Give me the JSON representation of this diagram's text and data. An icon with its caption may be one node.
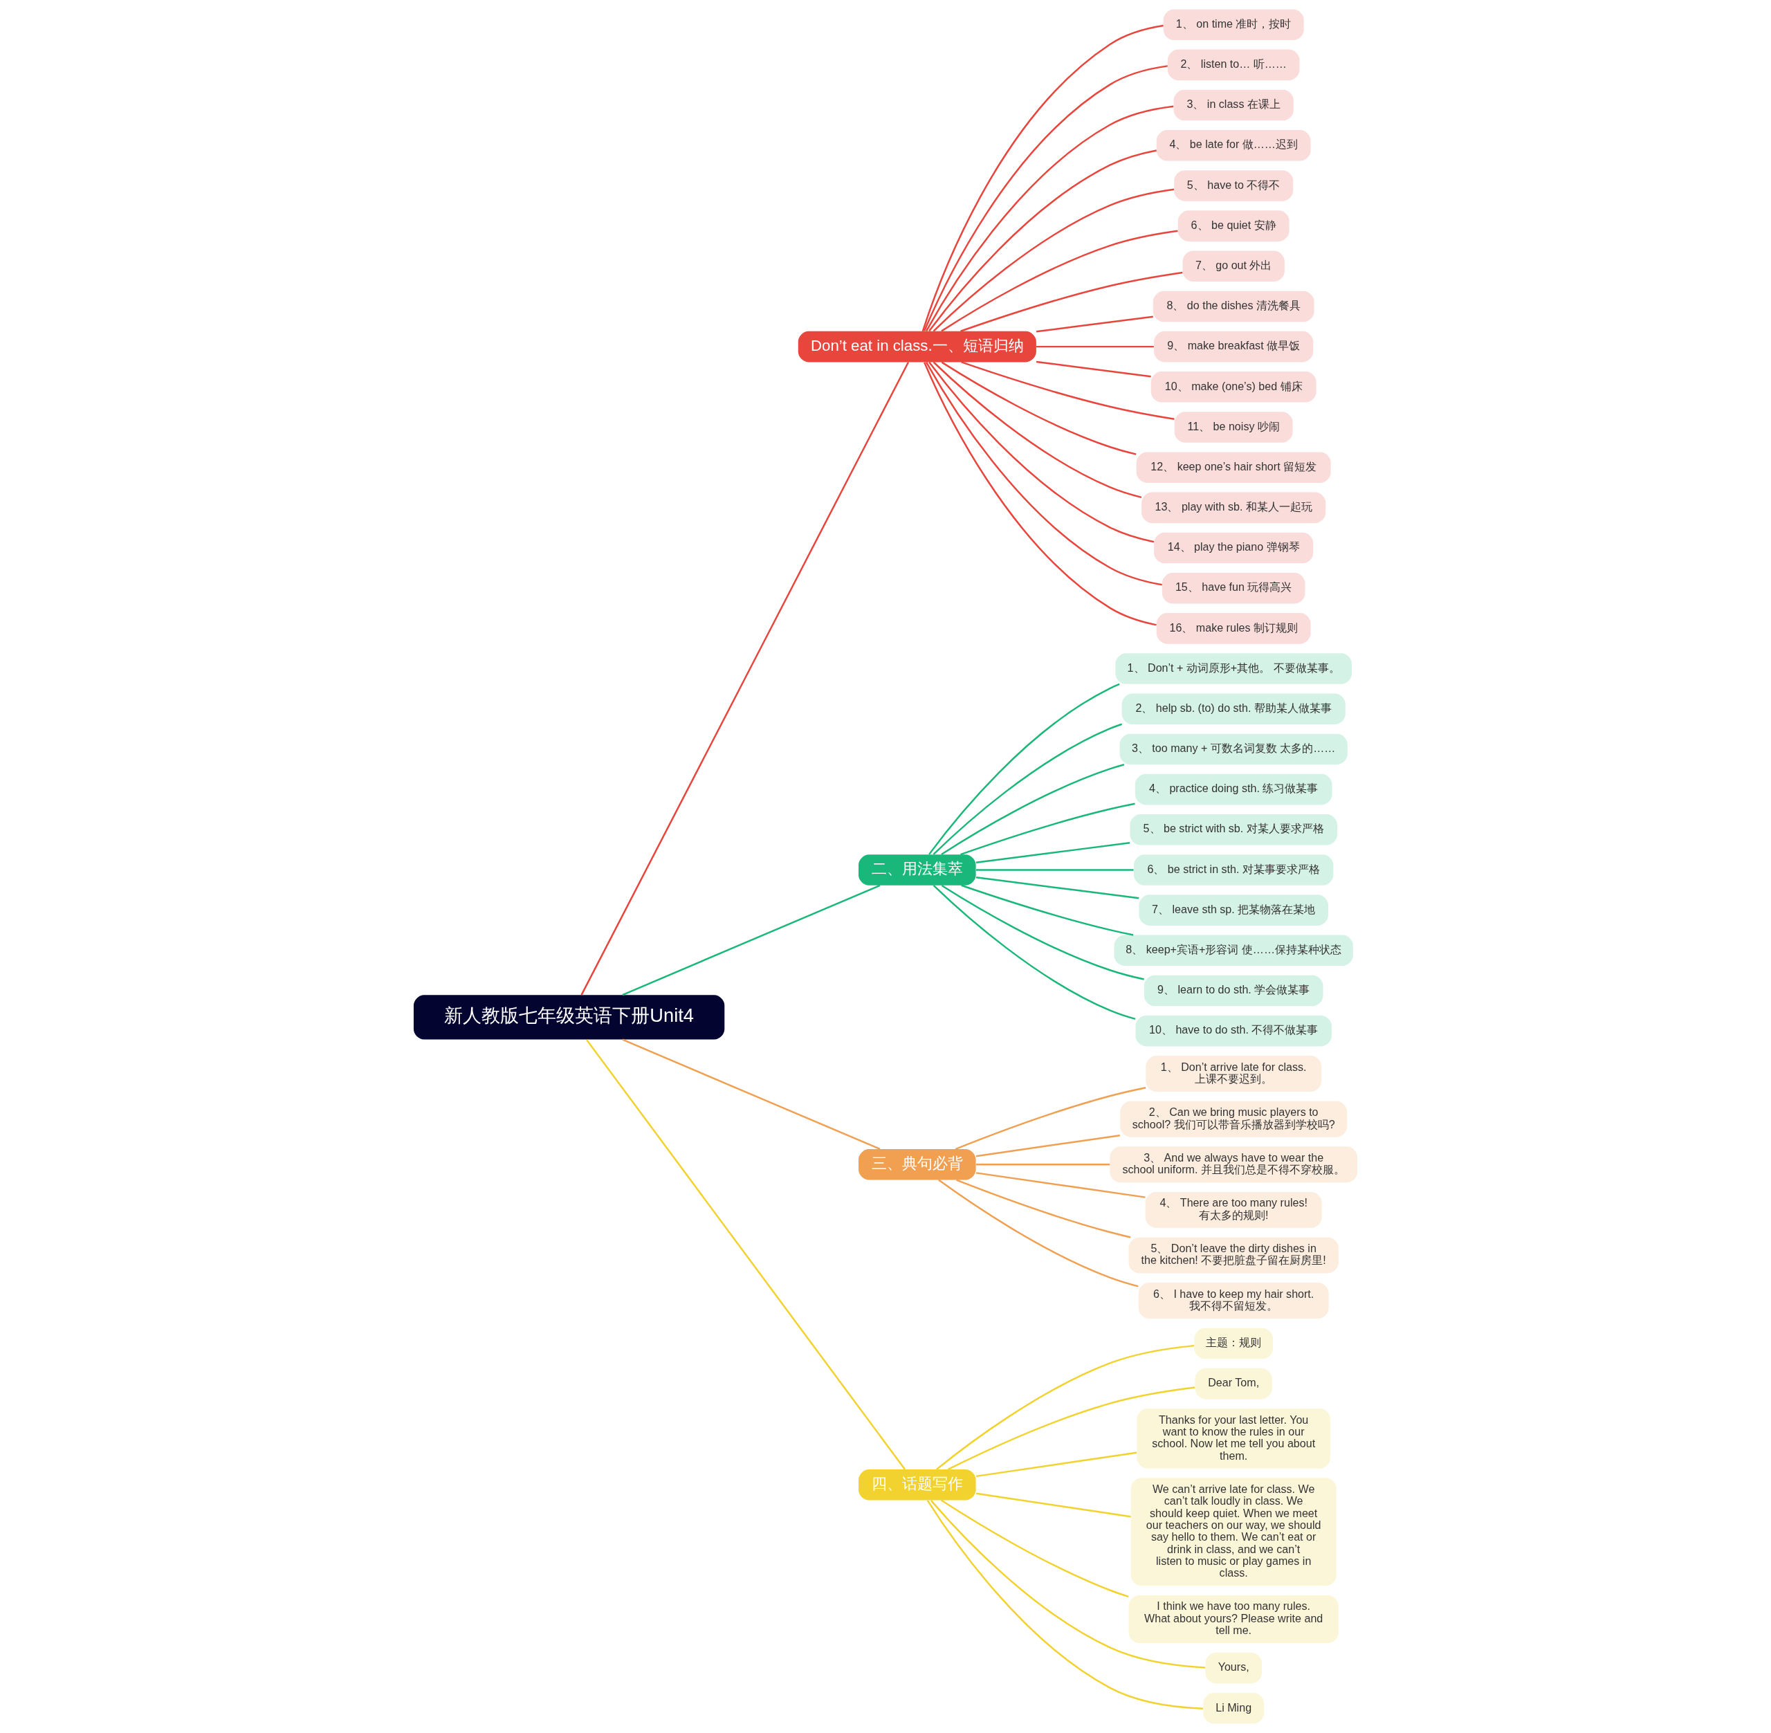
{
  "diagram": {
    "nodes": [
      {
        "text": [
          "新人教版七年级英语下册Unit4"
        ]
      },
      {
        "text": [
          "Don’t eat in class.一、短语归纳"
        ]
      },
      {
        "text": [
          "1、 on time 准时，按时"
        ]
      },
      {
        "text": [
          "2、 listen to… 听……"
        ]
      },
      {
        "text": [
          "3、 in class 在课上"
        ]
      },
      {
        "text": [
          "4、 be late for 做……迟到"
        ]
      },
      {
        "text": [
          "5、 have to 不得不"
        ]
      },
      {
        "text": [
          "6、 be quiet 安静"
        ]
      },
      {
        "text": [
          "7、 go out 外出"
        ]
      },
      {
        "text": [
          "8、 do the dishes 清洗餐具"
        ]
      },
      {
        "text": [
          "9、 make breakfast 做早饭"
        ]
      },
      {
        "text": [
          "10、 make (one’s) bed 铺床"
        ]
      },
      {
        "text": [
          "11、 be noisy 吵闹"
        ]
      },
      {
        "text": [
          "12、 keep one’s hair short 留短发"
        ]
      },
      {
        "text": [
          "13、 play with sb. 和某人一起玩"
        ]
      },
      {
        "text": [
          "14、 play the piano 弹钢琴"
        ]
      },
      {
        "text": [
          "15、 have fun 玩得高兴"
        ]
      },
      {
        "text": [
          "16、 make rules 制订规则"
        ]
      },
      {
        "text": [
          "二、用法集萃"
        ]
      },
      {
        "text": [
          "1、 Don’t + 动词原形+其他。 不要做某事。"
        ]
      },
      {
        "text": [
          "2、 help sb. (to) do sth. 帮助某人做某事"
        ]
      },
      {
        "text": [
          "3、 too many + 可数名词复数 太多的……"
        ]
      },
      {
        "text": [
          "4、 practice doing sth. 练习做某事"
        ]
      },
      {
        "text": [
          "5、 be strict with sb. 对某人要求严格"
        ]
      },
      {
        "text": [
          "6、 be strict in sth. 对某事要求严格"
        ]
      },
      {
        "text": [
          "7、 leave sth sp. 把某物落在某地"
        ]
      },
      {
        "text": [
          "8、 keep+宾语+形容词 使……保持某种状态"
        ]
      },
      {
        "text": [
          "9、 learn to do sth. 学会做某事"
        ]
      },
      {
        "text": [
          "10、 have to do sth. 不得不做某事"
        ]
      },
      {
        "text": [
          "三、典句必背"
        ]
      },
      {
        "text": [
          "1、 Don’t arrive late for class. 上课不要迟到。"
        ]
      },
      {
        "text": [
          "2、 Can we bring music players to school? 我们可以带音乐播放器到学校吗?"
        ]
      },
      {
        "text": [
          "3、 And we always have to wear the school uniform. 并且我们总是不得不穿校服。"
        ]
      },
      {
        "text": [
          "4、 There are too many rules! 有太多的规则!"
        ]
      },
      {
        "text": [
          "5、 Don’t leave the dirty dishes in the kitchen! 不要把脏盘子留在厨房里!"
        ]
      },
      {
        "text": [
          "6、 I have to keep my hair short. 我不得不留短发。"
        ]
      },
      {
        "text": [
          "四、话题写作"
        ]
      },
      {
        "text": [
          "主题：规则"
        ]
      },
      {
        "text": [
          "Dear Tom,"
        ]
      },
      {
        "text": [
          "Thanks for your last letter. You want to know the rules in our school. Now let me tell you about them."
        ]
      },
      {
        "text": [
          "We can’t arrive late for class. We can’t talk loudly in class. We should keep quiet. When we meet our teachers on our way, we should say hello to them. We can’t eat or drink in class, and we can’t listen to music or play games in class."
        ]
      },
      {
        "text": [
          "I think we have too many rules. What about yours? Please write and tell me."
        ]
      },
      {
        "text": [
          "Yours,"
        ]
      },
      {
        "text": [
          "Li Ming"
        ]
      }
    ],
    "edges": [
      {
        "from": 0,
        "to": 1,
        "arrow": "none",
        "color": "#e8453c"
      },
      {
        "from": 1,
        "to": 2,
        "arrow": "none",
        "color": "#e8453c"
      },
      {
        "from": 1,
        "to": 3,
        "arrow": "none",
        "color": "#e8453c"
      },
      {
        "from": 1,
        "to": 4,
        "arrow": "none",
        "color": "#e8453c"
      },
      {
        "from": 1,
        "to": 5,
        "arrow": "none",
        "color": "#e8453c"
      },
      {
        "from": 1,
        "to": 6,
        "arrow": "none",
        "color": "#e8453c"
      },
      {
        "from": 1,
        "to": 7,
        "arrow": "none",
        "color": "#e8453c"
      },
      {
        "from": 1,
        "to": 8,
        "arrow": "none",
        "color": "#e8453c"
      },
      {
        "from": 1,
        "to": 9,
        "arrow": "none",
        "color": "#e8453c"
      },
      {
        "from": 1,
        "to": 10,
        "arrow": "none",
        "color": "#e8453c"
      },
      {
        "from": 1,
        "to": 11,
        "arrow": "none",
        "color": "#e8453c"
      },
      {
        "from": 1,
        "to": 12,
        "arrow": "none",
        "color": "#e8453c"
      },
      {
        "from": 1,
        "to": 13,
        "arrow": "none",
        "color": "#e8453c"
      },
      {
        "from": 1,
        "to": 14,
        "arrow": "none",
        "color": "#e8453c"
      },
      {
        "from": 1,
        "to": 15,
        "arrow": "none",
        "color": "#e8453c"
      },
      {
        "from": 1,
        "to": 16,
        "arrow": "none",
        "color": "#e8453c"
      },
      {
        "from": 1,
        "to": 17,
        "arrow": "none",
        "color": "#e8453c"
      },
      {
        "from": 0,
        "to": 18,
        "arrow": "none",
        "color": "#19b87a"
      },
      {
        "from": 18,
        "to": 19,
        "arrow": "none",
        "color": "#19b87a"
      },
      {
        "from": 18,
        "to": 20,
        "arrow": "none",
        "color": "#19b87a"
      },
      {
        "from": 18,
        "to": 21,
        "arrow": "none",
        "color": "#19b87a"
      },
      {
        "from": 18,
        "to": 22,
        "arrow": "none",
        "color": "#19b87a"
      },
      {
        "from": 18,
        "to": 23,
        "arrow": "none",
        "color": "#19b87a"
      },
      {
        "from": 18,
        "to": 24,
        "arrow": "none",
        "color": "#19b87a"
      },
      {
        "from": 18,
        "to": 25,
        "arrow": "none",
        "color": "#19b87a"
      },
      {
        "from": 18,
        "to": 26,
        "arrow": "none",
        "color": "#19b87a"
      },
      {
        "from": 18,
        "to": 27,
        "arrow": "none",
        "color": "#19b87a"
      },
      {
        "from": 18,
        "to": 28,
        "arrow": "none",
        "color": "#19b87a"
      },
      {
        "from": 0,
        "to": 29,
        "arrow": "none",
        "color": "#f0a050"
      },
      {
        "from": 29,
        "to": 30,
        "arrow": "none",
        "color": "#f0a050"
      },
      {
        "from": 29,
        "to": 31,
        "arrow": "none",
        "color": "#f0a050"
      },
      {
        "from": 29,
        "to": 32,
        "arrow": "none",
        "color": "#f0a050"
      },
      {
        "from": 29,
        "to": 33,
        "arrow": "none",
        "color": "#f0a050"
      },
      {
        "from": 29,
        "to": 34,
        "arrow": "none",
        "color": "#f0a050"
      },
      {
        "from": 29,
        "to": 35,
        "arrow": "none",
        "color": "#f0a050"
      },
      {
        "from": 0,
        "to": 36,
        "arrow": "none",
        "color": "#f2d22e"
      },
      {
        "from": 36,
        "to": 37,
        "arrow": "none",
        "color": "#f2d22e"
      },
      {
        "from": 36,
        "to": 38,
        "arrow": "none",
        "color": "#f2d22e"
      },
      {
        "from": 36,
        "to": 39,
        "arrow": "none",
        "color": "#f2d22e"
      },
      {
        "from": 36,
        "to": 40,
        "arrow": "none",
        "color": "#f2d22e"
      },
      {
        "from": 36,
        "to": 41,
        "arrow": "none",
        "color": "#f2d22e"
      },
      {
        "from": 36,
        "to": 42,
        "arrow": "none",
        "color": "#f2d22e"
      },
      {
        "from": 36,
        "to": 43,
        "arrow": "none",
        "color": "#f2d22e"
      }
    ]
  }
}
